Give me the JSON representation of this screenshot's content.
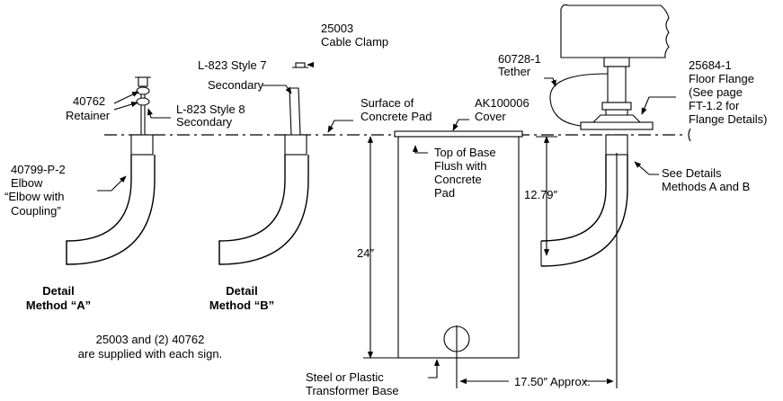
{
  "labels": {
    "cable_clamp_part": "25003",
    "cable_clamp_name": "Cable Clamp",
    "style7_line1": "L-823 Style 7",
    "style7_line2": "Secondary",
    "retainer_part": "40762",
    "retainer_name": "Retainer",
    "style8_line1": "L-823 Style 8",
    "style8_line2": "Secondary",
    "surface_line1": "Surface of",
    "surface_line2": "Concrete Pad",
    "cover_part": "AK100006",
    "cover_name": "Cover",
    "tether_part": "60728-1",
    "tether_name": "Tether",
    "flange_part": "25684-1",
    "flange_line2": "Floor Flange",
    "flange_line3": "(See page",
    "flange_line4": "FT-1.2 for",
    "flange_line5": "Flange Details)",
    "elbow_part": "40799-P-2",
    "elbow_line2": "Elbow",
    "elbow_line3": "“Elbow with",
    "elbow_line4": "Coupling”",
    "top_base_line1": "Top of Base",
    "top_base_line2": "Flush with",
    "top_base_line3": "Concrete",
    "top_base_line4": "Pad",
    "see_details_line1": "See Details",
    "see_details_line2": "Methods A and B",
    "dim_height": "12.79″",
    "dim_depth": "24″",
    "dim_offset": "17.50″ Approx.",
    "detail_a_line1": "Detail",
    "detail_a_line2": "Method “A”",
    "detail_b_line1": "Detail",
    "detail_b_line2": "Method “B”",
    "note_line1": "25003 and (2) 40762",
    "note_line2": "are supplied with each sign.",
    "base_line1": "Steel or Plastic",
    "base_line2": "Transformer Base"
  }
}
